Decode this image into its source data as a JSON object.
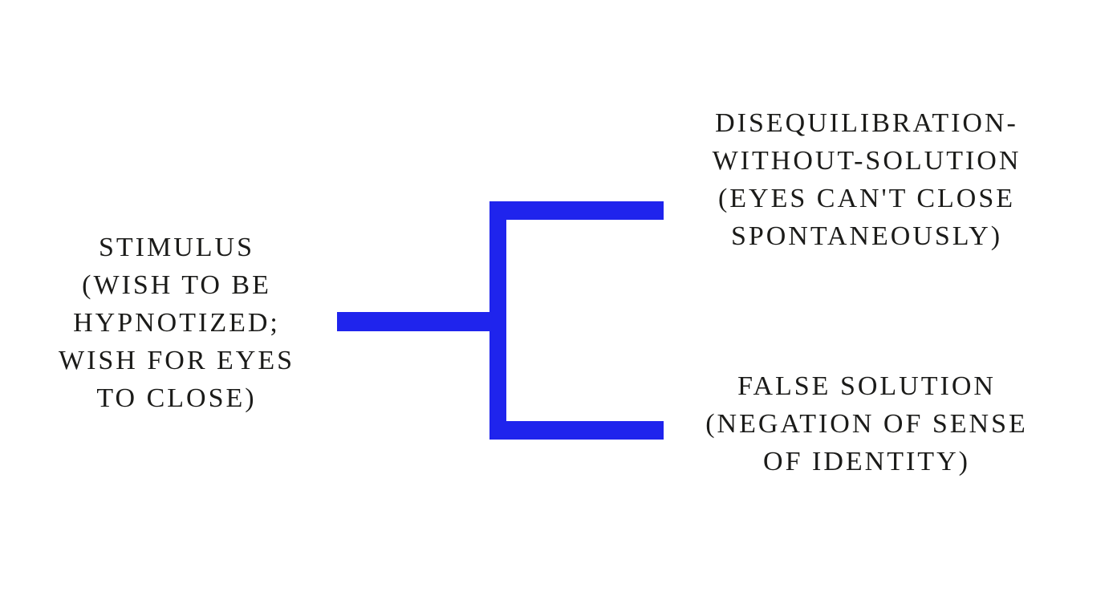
{
  "colors": {
    "connector_blue": "#1F24ED",
    "text": "#1B1B19",
    "background": "#FFFFFF"
  },
  "diagram": {
    "type": "fork-diagram",
    "stimulus": {
      "lines": [
        "STIMULUS",
        "(WISH TO BE",
        "HYPNOTIZED;",
        "WISH FOR EYES",
        "TO CLOSE)"
      ]
    },
    "outcome_top": {
      "lines": [
        "DISEQUILIBRATION-",
        "WITHOUT-SOLUTION",
        "(EYES CAN'T CLOSE",
        "SPONTANEOUSLY)"
      ]
    },
    "outcome_bottom": {
      "lines": [
        "FALSE SOLUTION",
        "(NEGATION OF SENSE",
        "OF IDENTITY)"
      ]
    }
  }
}
